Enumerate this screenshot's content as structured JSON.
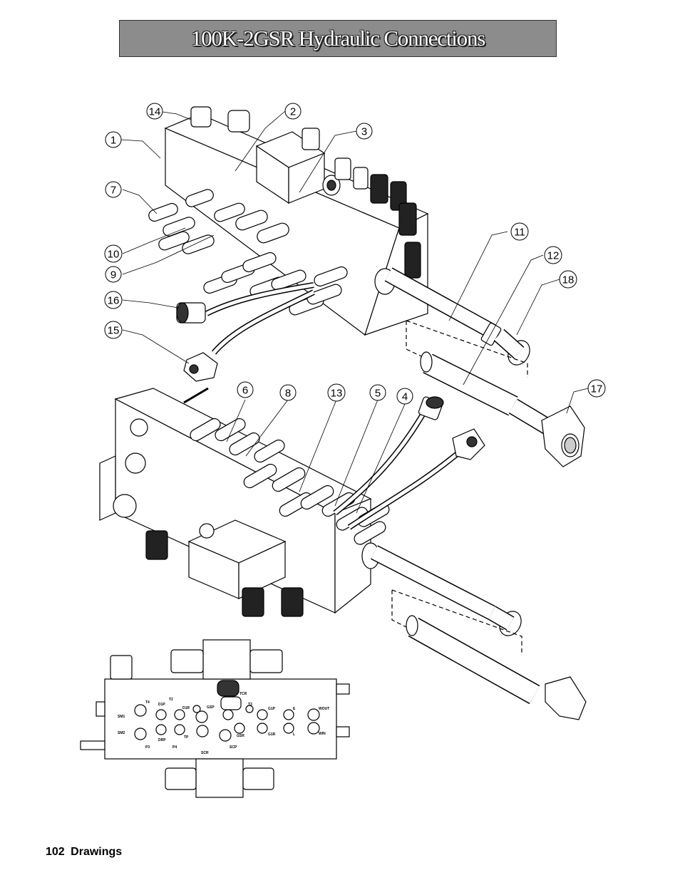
{
  "page": {
    "title": "100K-2GSR Hydraulic Connections",
    "footer_page_number": "102",
    "footer_section": "Drawings"
  },
  "callouts": [
    "14",
    "2",
    "1",
    "3",
    "7",
    "10",
    "9",
    "16",
    "15",
    "11",
    "12",
    "18",
    "6",
    "8",
    "13",
    "5",
    "4",
    "17"
  ],
  "port_labels": [
    "T4",
    "T2",
    "TCR",
    "T3",
    "SM1",
    "D1P",
    "E",
    "WOUT",
    "SM2",
    "DRP",
    "GSP",
    "GSR",
    "D1R",
    "WIN",
    "P3",
    "P4",
    "TP",
    "SCP",
    "SCR",
    "L",
    "G1P",
    "G1R"
  ]
}
